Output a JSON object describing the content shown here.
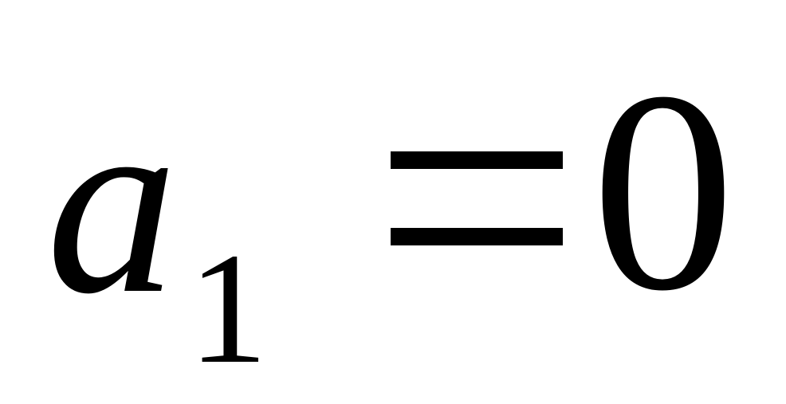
{
  "equation": {
    "variable": "a",
    "subscript": "1",
    "operator": "=",
    "value": "0"
  }
}
